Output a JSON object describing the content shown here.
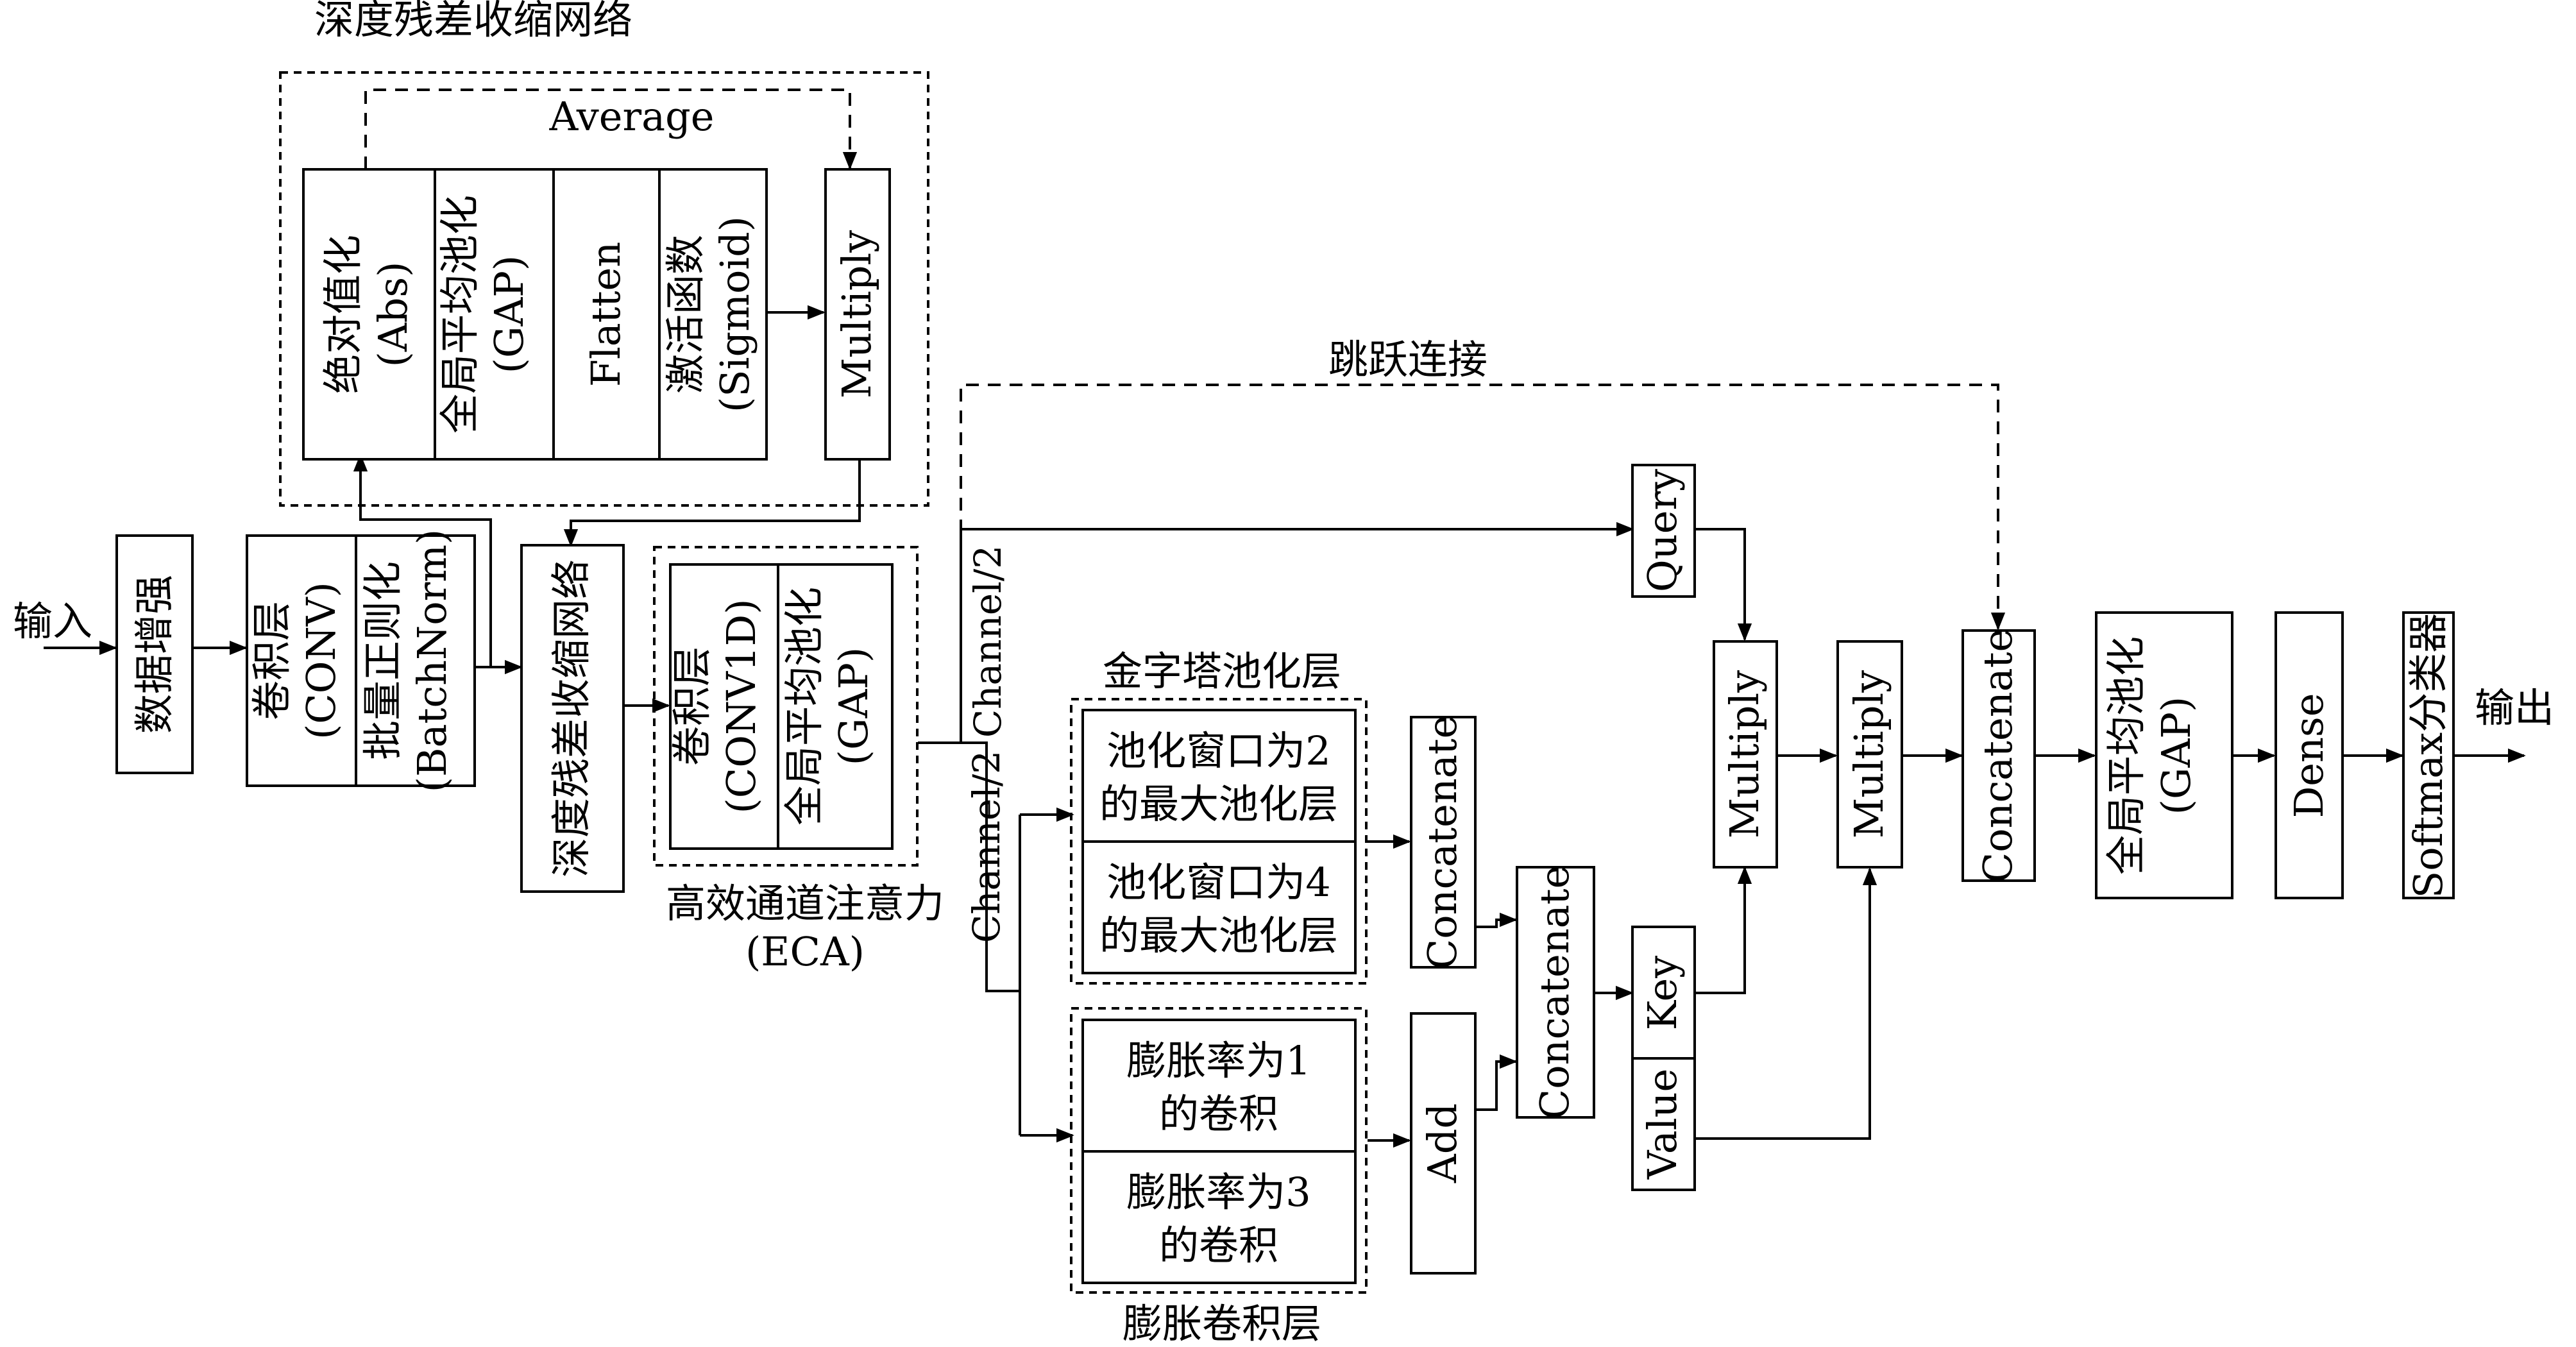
{
  "input_label": "输入",
  "output_label": "输出",
  "aug": "数据增强",
  "conv": {
    "line1": "卷积层",
    "line2": "(CONV)"
  },
  "bn": {
    "line1": "批量正则化",
    "line2": "(BatchNorm)"
  },
  "drsn_block": "深度残差收缩网络",
  "drsn": {
    "title": "深度残差收缩网络",
    "average": "Average",
    "abs": {
      "line1": "绝对值化",
      "line2": "(Abs)"
    },
    "gap": {
      "line1": "全局平均池化",
      "line2": "(GAP)"
    },
    "flatten": "Flatten",
    "sigmoid": {
      "line1": "激活函数",
      "line2": "(Sigmoid)"
    },
    "multiply": "Multiply"
  },
  "eca": {
    "conv1d": {
      "line1": "卷积层",
      "line2": "(CONV1D)"
    },
    "gap": {
      "line1": "全局平均池化",
      "line2": "(GAP)"
    },
    "caption1": "高效通道注意力",
    "caption2": "(ECA)"
  },
  "channel_half_1": "Channel/2",
  "channel_half_2": "Channel/2",
  "skip_label": "跳跃连接",
  "pyramid": {
    "title": "金字塔池化层",
    "pool2": {
      "line1": "池化窗口为2",
      "line2": "的最大池化层"
    },
    "pool4": {
      "line1": "池化窗口为4",
      "line2": "的最大池化层"
    }
  },
  "dilated": {
    "title": "膨胀卷积层",
    "rate1": {
      "line1": "膨胀率为1",
      "line2": "的卷积"
    },
    "rate3": {
      "line1": "膨胀率为3",
      "line2": "的卷积"
    }
  },
  "concat1": "Concatenate",
  "add": "Add",
  "concat2": "Concatenate",
  "query": "Query",
  "key": "Key",
  "value": "Value",
  "multiply1": "Multiply",
  "multiply2": "Multiply",
  "concat3": "Concatenate",
  "gap_final": {
    "line1": "全局平均池化",
    "line2": "(GAP)"
  },
  "dense": "Dense",
  "softmax": "Softmax分类器"
}
